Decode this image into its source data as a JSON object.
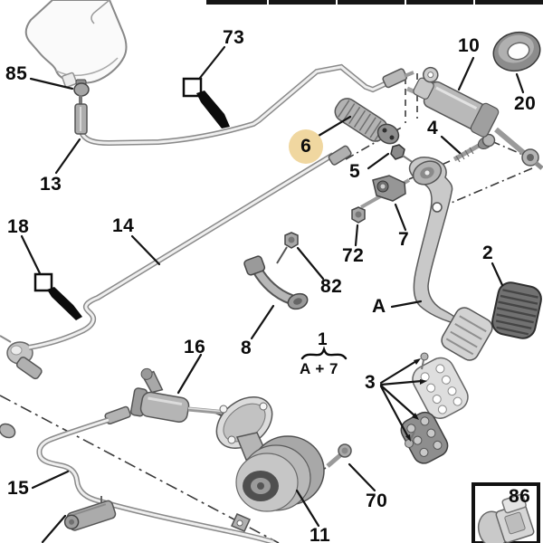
{
  "diagram_type": "exploded-parts-diagram-clutch-pedal-and-hydraulics",
  "highlight": {
    "part": "6",
    "color": "#f0d7a0"
  },
  "labels": {
    "l85": "85",
    "l73": "73",
    "l13": "13",
    "l18": "18",
    "l14": "14",
    "l6": "6",
    "l5": "5",
    "l4": "4",
    "l10": "10",
    "l20": "20",
    "l72": "72",
    "l7": "7",
    "l82": "82",
    "lA": "A",
    "l2": "2",
    "l8": "8",
    "l16": "16",
    "l1": "1",
    "lA7": "A + 7",
    "l3": "3",
    "l70": "70",
    "l11": "11",
    "l15": "15",
    "l86": "86"
  }
}
